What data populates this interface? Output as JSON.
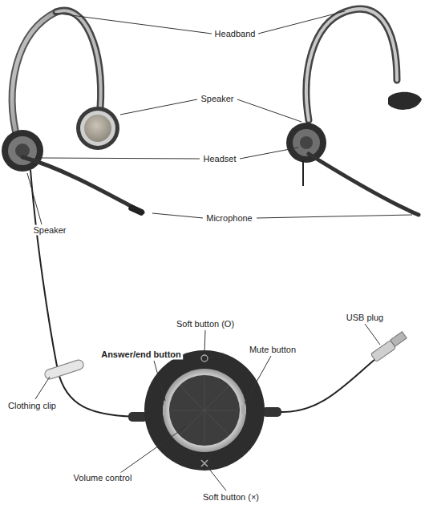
{
  "diagram": {
    "labels": [
      "Headband",
      "Speaker",
      "Headset",
      "Microphone",
      "Speaker",
      "Soft button (O)",
      "USB plug",
      "Answer/end button",
      "Mute button",
      "Clothing clip",
      "Volume control",
      "Soft button (×)"
    ]
  }
}
